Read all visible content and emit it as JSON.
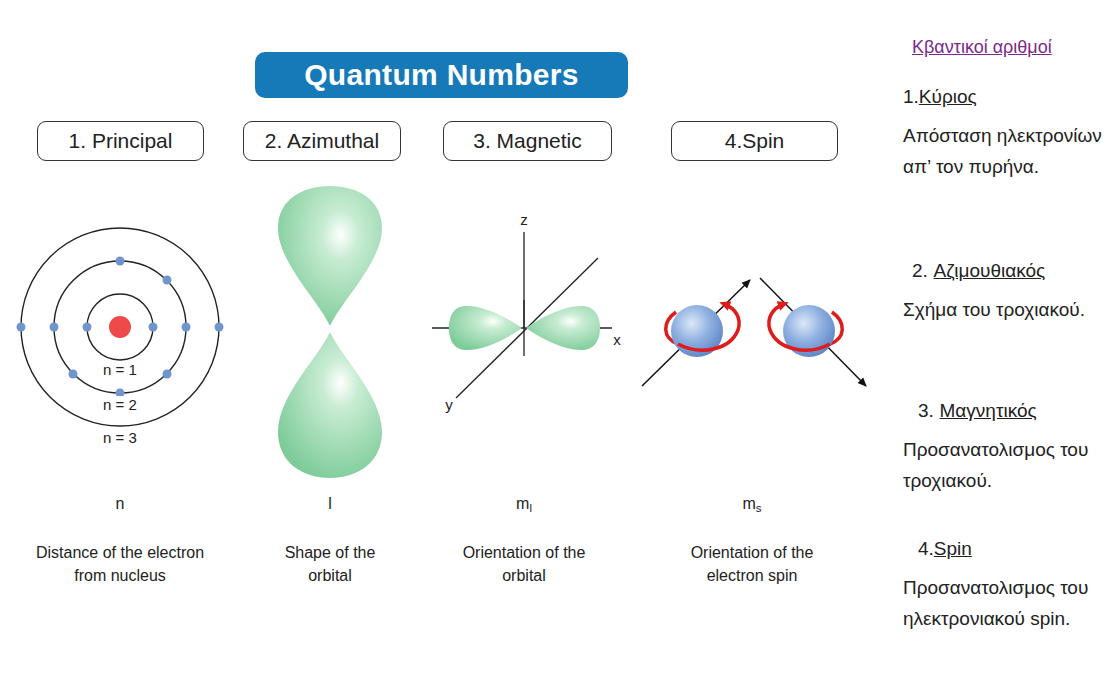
{
  "diagram": {
    "nodes": [
      {
        "text": [
          "Quantum Numbers"
        ]
      },
      {
        "text": [
          "1. Principal"
        ]
      },
      {
        "text": [
          "2. Azimuthal"
        ]
      },
      {
        "text": [
          "3. Magnetic"
        ]
      },
      {
        "text": [
          "4.Spin"
        ]
      }
    ],
    "labels": [
      "n = 1",
      "n = 2",
      "n = 3",
      "z",
      "x",
      "y",
      "n",
      "l",
      "m",
      "l",
      "m",
      "s",
      "Distance of the electron from nucleus",
      "Shape of the orbital",
      "Orientation of the orbital",
      "Orientation of the electron spin",
      "Κβαντικοί αριθμοί",
      "1.",
      "Κύριος",
      "Απόσταση ηλεκτρονίων απ’ τον πυρήνα.",
      "2.",
      "Αζιμουθιακός",
      "Σχήμα του τροχιακού.",
      "3.",
      "Μαγνητικός",
      "Προσανατολισμος του τροχιακού.",
      "4.",
      "Spin",
      "Προσανατολισμος του ηλεκτρονιακού spin."
    ]
  }
}
